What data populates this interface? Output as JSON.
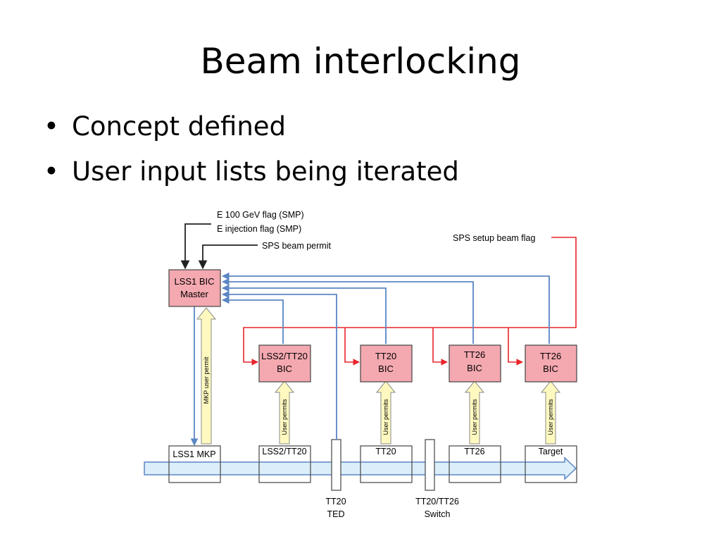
{
  "slide": {
    "title": "Beam interlocking",
    "bullets": [
      "Concept defined",
      "User input lists being iterated"
    ],
    "bullet_glyph": "•"
  },
  "diagram": {
    "inputs": {
      "flag_line_1": "E 100 GeV flag (SMP)",
      "flag_line_2": "E injection flag (SMP)",
      "beam_permit": "SPS beam permit",
      "setup_flag": "SPS setup beam flag"
    },
    "master": {
      "line1": "LSS1 BIC",
      "line2": "Master"
    },
    "bics": [
      {
        "line1": "LSS2/TT20",
        "line2": "BIC"
      },
      {
        "line1": "TT20",
        "line2": "BIC"
      },
      {
        "line1": "TT26",
        "line2": "BIC"
      },
      {
        "line1": "TT26",
        "line2": "BIC"
      }
    ],
    "permit_labels": {
      "mkp": "MKP user permit",
      "user": "User permits"
    },
    "bottom_boxes": [
      "LSS1 MKP",
      "LSS2/TT20",
      "TT20",
      "TT26",
      "Target"
    ],
    "devices": {
      "ted_line1": "TT20",
      "ted_line2": "TED",
      "switch_line1": "TT20/TT26",
      "switch_line2": "Switch"
    },
    "colors": {
      "bic_fill": "#f4a8b0",
      "permit_line": "#5b86c4",
      "setup_flag_line": "#e8252b",
      "permit_arrow_fill": "#fff9c0",
      "beam_arrow_fill": "#dbeefa"
    }
  }
}
